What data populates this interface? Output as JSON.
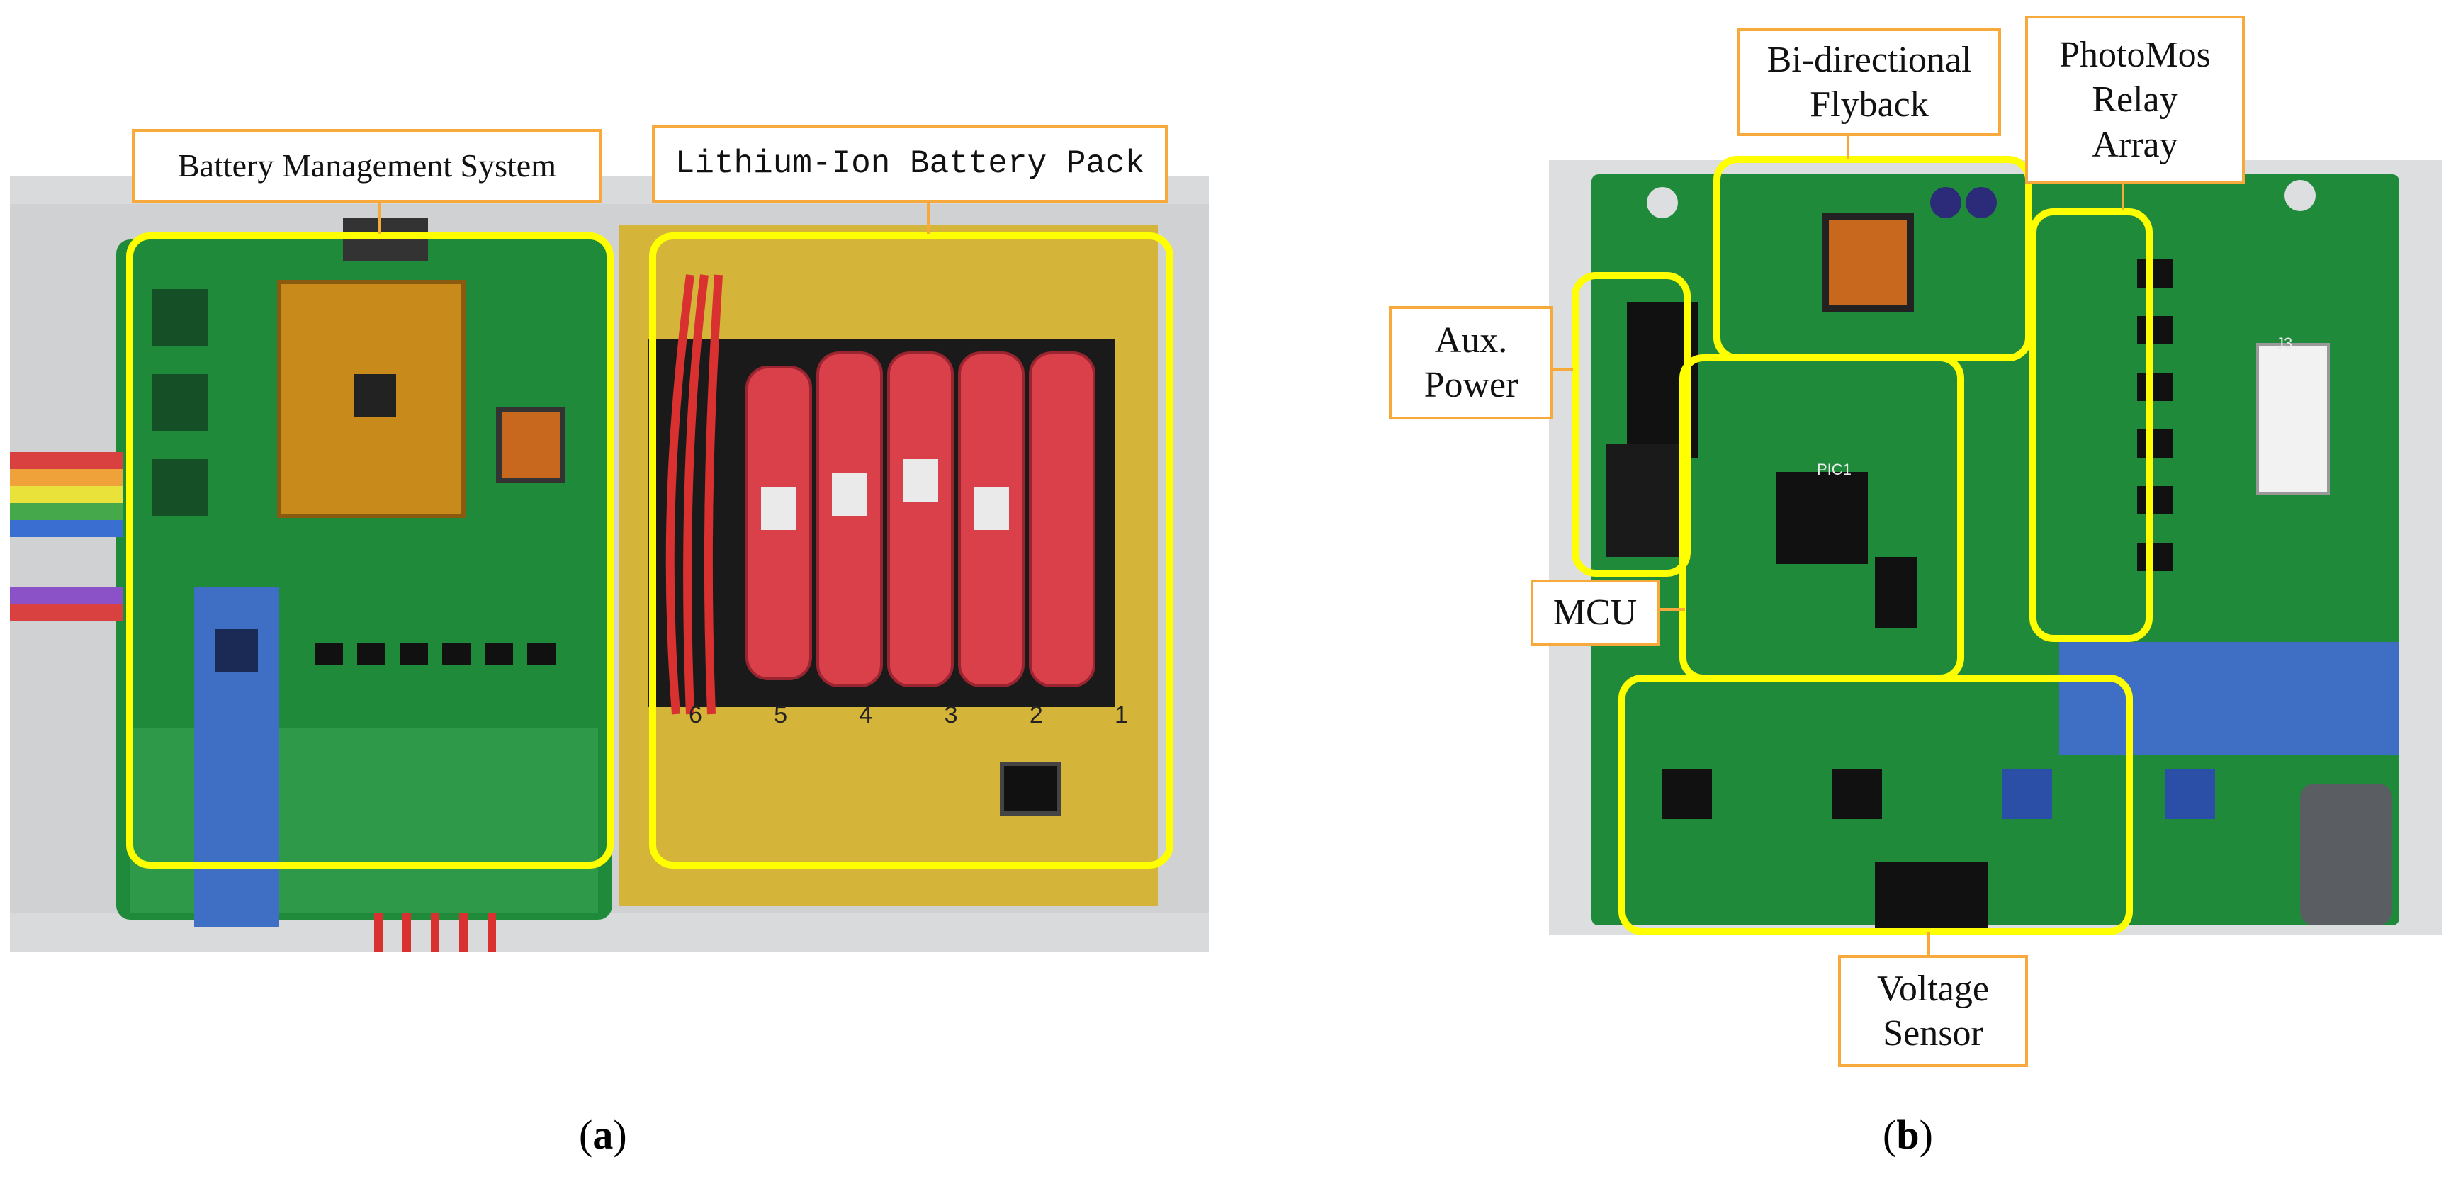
{
  "panels": [
    {
      "caption_letter": "a",
      "labels": {
        "bms": "Battery Management System",
        "pack": "Lithium-Ion Battery Pack"
      }
    },
    {
      "caption_letter": "b",
      "labels": {
        "flyback_line1": "Bi-directional",
        "flyback_line2": "Flyback",
        "relay_line1": "PhotoMos",
        "relay_line2": "Relay",
        "relay_line3": "Array",
        "aux_line1": "Aux.",
        "aux_line2": "Power",
        "mcu": "MCU",
        "voltage_line1": "Voltage",
        "voltage_line2": "Sensor"
      },
      "board_marks": {
        "pic": "PIC1",
        "j3": "J3"
      }
    }
  ],
  "battery_cell_numbers": [
    "6",
    "5",
    "4",
    "3",
    "2",
    "1"
  ],
  "colors": {
    "highlight": "#ffff00",
    "callout_border": "#f7a93b",
    "pcb_green": "#1f8a3a",
    "cell_red": "#d9404a"
  }
}
